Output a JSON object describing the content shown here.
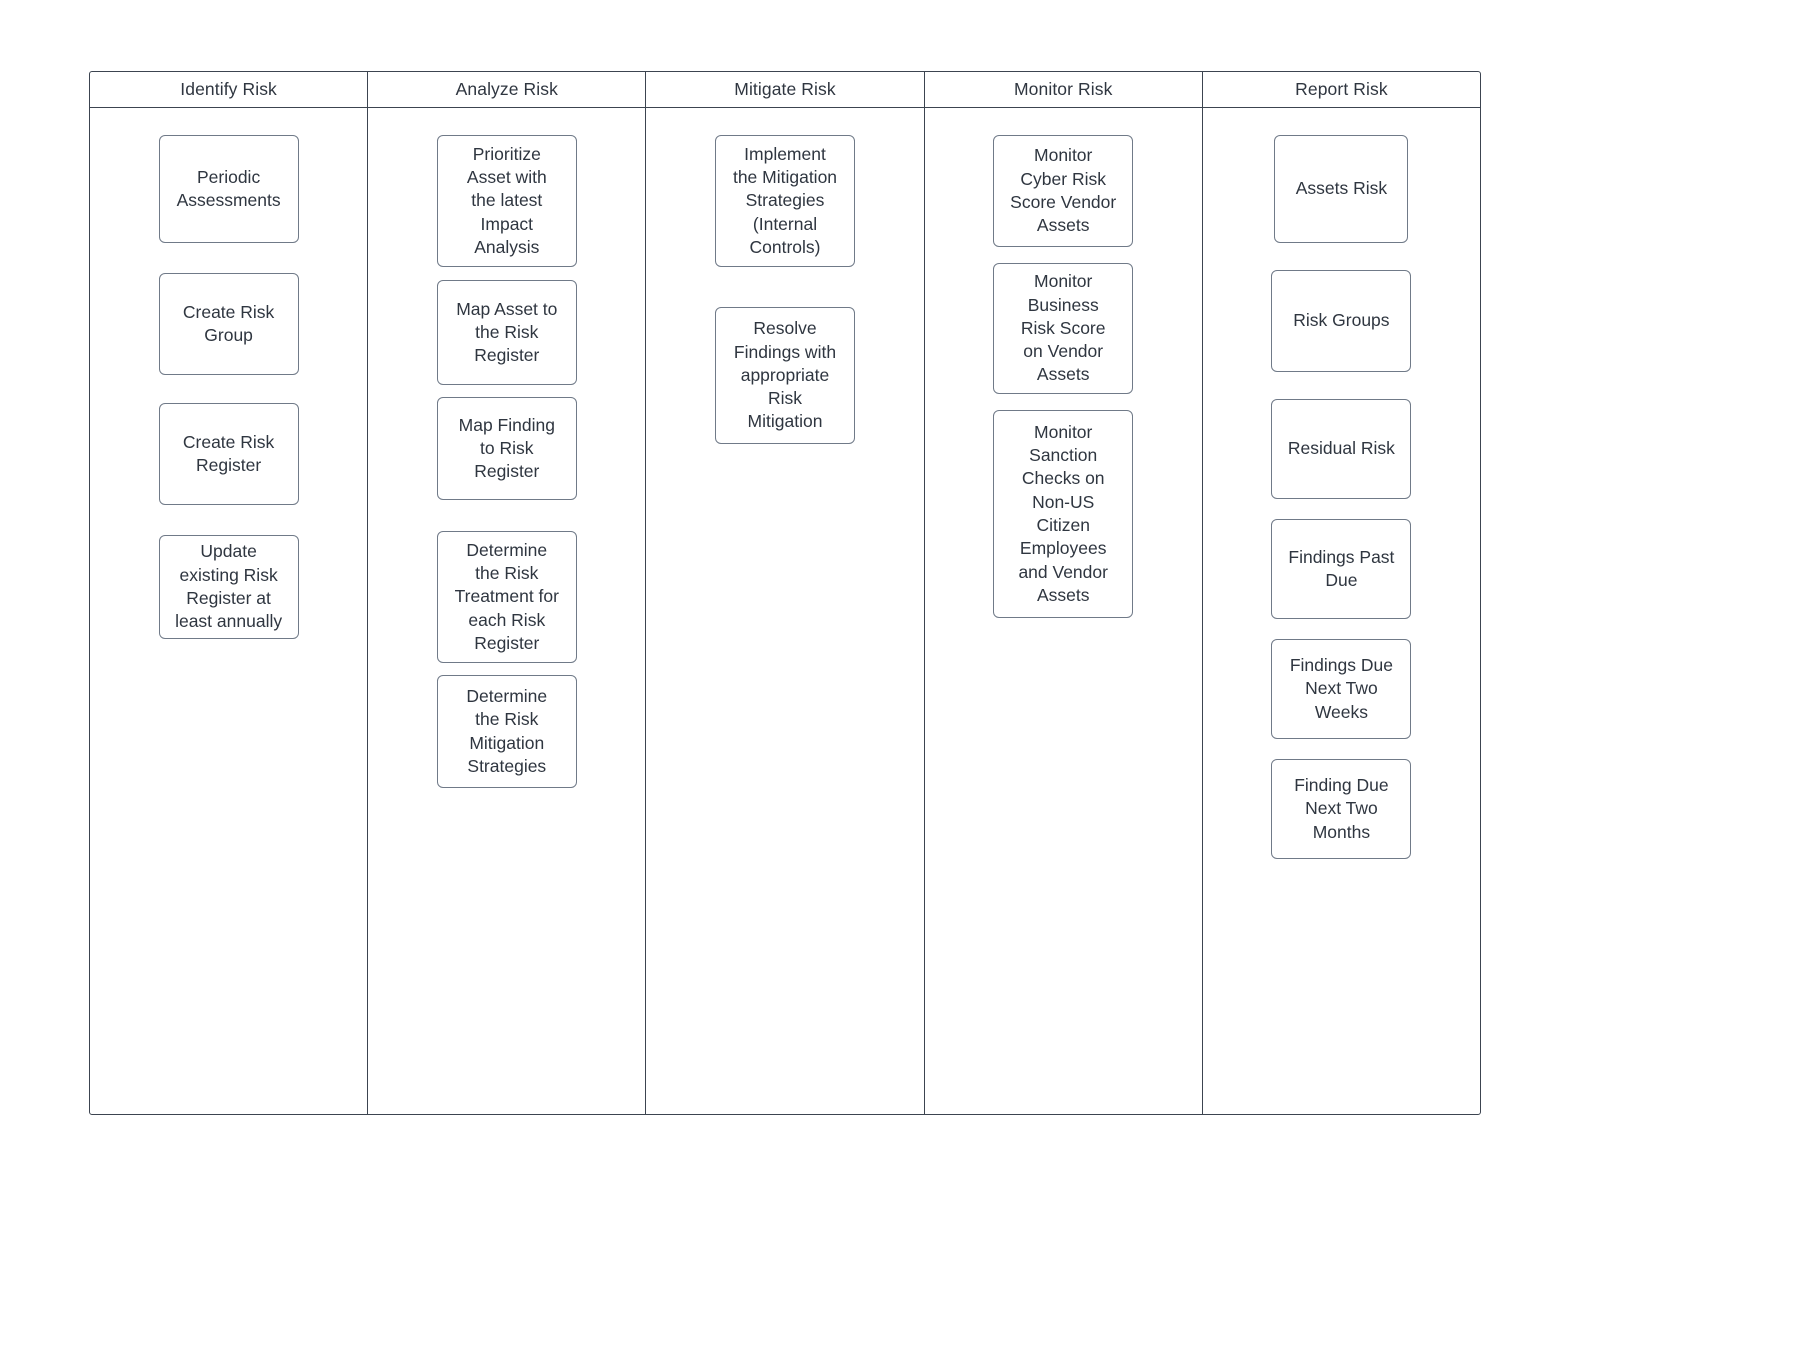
{
  "diagram": {
    "type": "swimlane-process",
    "lanes": [
      {
        "title": "Identify Risk",
        "cards": [
          {
            "text": "Periodic\nAssessments"
          },
          {
            "text": "Create Risk\nGroup"
          },
          {
            "text": "Create Risk\nRegister"
          },
          {
            "text": "Update\nexisting Risk\nRegister at\nleast annually"
          }
        ]
      },
      {
        "title": "Analyze Risk",
        "cards": [
          {
            "text": "Prioritize\nAsset with\nthe latest\nImpact\nAnalysis"
          },
          {
            "text": "Map Asset to\nthe Risk\nRegister"
          },
          {
            "text": "Map Finding\nto Risk\nRegister"
          },
          {
            "text": "Determine\nthe Risk\nTreatment for\neach Risk\nRegister"
          },
          {
            "text": "Determine\nthe Risk\nMitigation\nStrategies"
          }
        ]
      },
      {
        "title": "Mitigate Risk",
        "cards": [
          {
            "text": "Implement\nthe Mitigation\nStrategies\n(Internal\nControls)"
          },
          {
            "text": "Resolve\nFindings with\nappropriate\nRisk\nMitigation"
          }
        ]
      },
      {
        "title": "Monitor Risk",
        "cards": [
          {
            "text": "Monitor\nCyber Risk\nScore Vendor\nAssets"
          },
          {
            "text": "Monitor\nBusiness\nRisk Score\non Vendor\nAssets"
          },
          {
            "text": "Monitor\nSanction\nChecks on\nNon-US\nCitizen\nEmployees\nand Vendor\nAssets"
          }
        ]
      },
      {
        "title": "Report Risk",
        "cards": [
          {
            "text": "Assets Risk"
          },
          {
            "text": "Risk Groups"
          },
          {
            "text": "Residual Risk"
          },
          {
            "text": "Findings Past\nDue"
          },
          {
            "text": "Findings Due\nNext Two\nWeeks"
          },
          {
            "text": "Finding Due\nNext Two\nMonths"
          }
        ]
      }
    ]
  },
  "colors": {
    "frame": "#3c4450",
    "card_border": "#707a88",
    "text": "#2f3640",
    "background": "#ffffff"
  }
}
